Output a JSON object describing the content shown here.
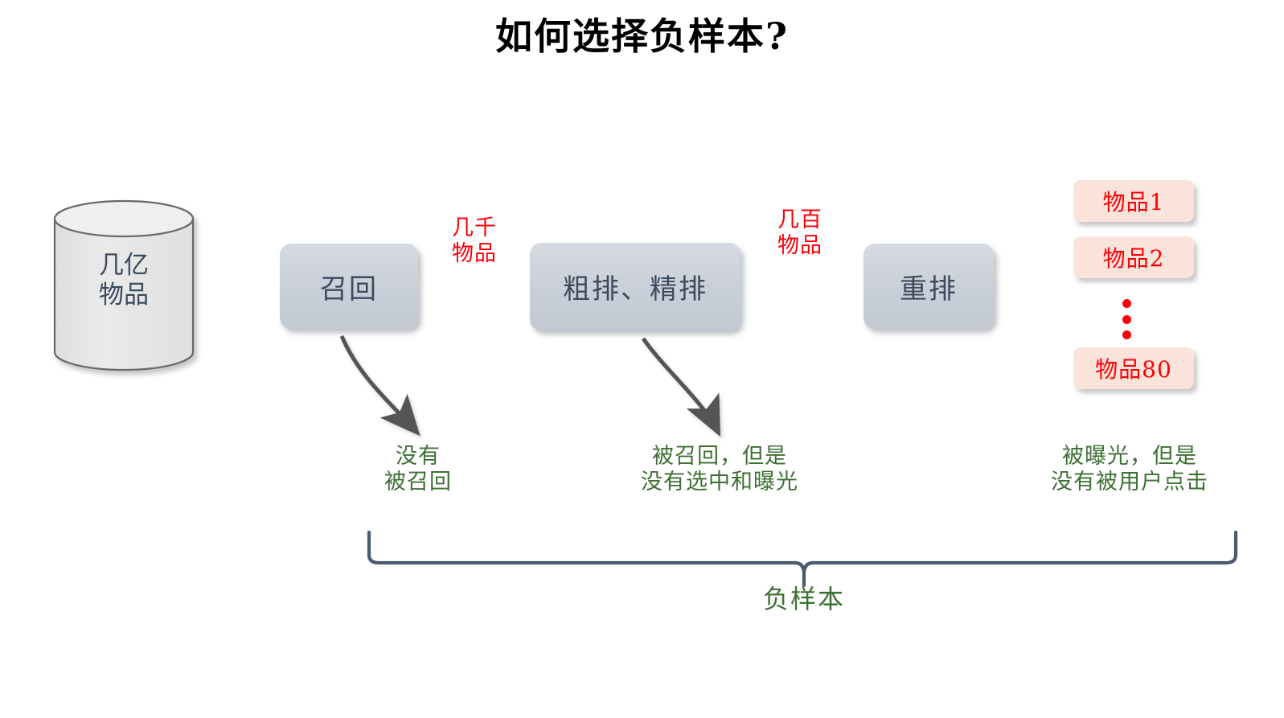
{
  "title": "如何选择负样本?",
  "source": {
    "shape": "cylinder",
    "label_line1": "几亿",
    "label_line2": "物品",
    "text_color": "#3c4a5e",
    "fill_color": "#e8e8e8"
  },
  "stages": [
    {
      "id": "recall",
      "label": "召回"
    },
    {
      "id": "ranking",
      "label": "粗排、精排"
    },
    {
      "id": "rerank",
      "label": "重排"
    }
  ],
  "flow_labels": [
    {
      "line1": "几千",
      "line2": "物品",
      "color": "#fb0007"
    },
    {
      "line1": "几百",
      "line2": "物品",
      "color": "#fb0007"
    }
  ],
  "results": {
    "items": [
      {
        "label": "物品1"
      },
      {
        "label": "物品2"
      },
      {
        "label": "物品80"
      }
    ],
    "ellipsis_dots": 3,
    "box_fill": "#fae3da",
    "text_color": "#fb0007"
  },
  "notes": [
    {
      "id": "not-recalled",
      "line1": "没有",
      "line2": "被召回"
    },
    {
      "id": "recalled-not-shown",
      "line1": "被召回，但是",
      "line2": "没有选中和曝光"
    },
    {
      "id": "shown-not-clicked",
      "line1": "被曝光，但是",
      "line2": "没有被用户点击"
    }
  ],
  "brace": {
    "label": "负样本",
    "color": "#4a5a72",
    "label_color": "#3d7033"
  },
  "palette": {
    "box_fill": "#c9cfd8",
    "box_text": "#3c4a5e",
    "arrow": "#545454",
    "red": "#fb0007",
    "green": "#3d7033",
    "brace": "#4a5a72",
    "background": "#ffffff"
  }
}
